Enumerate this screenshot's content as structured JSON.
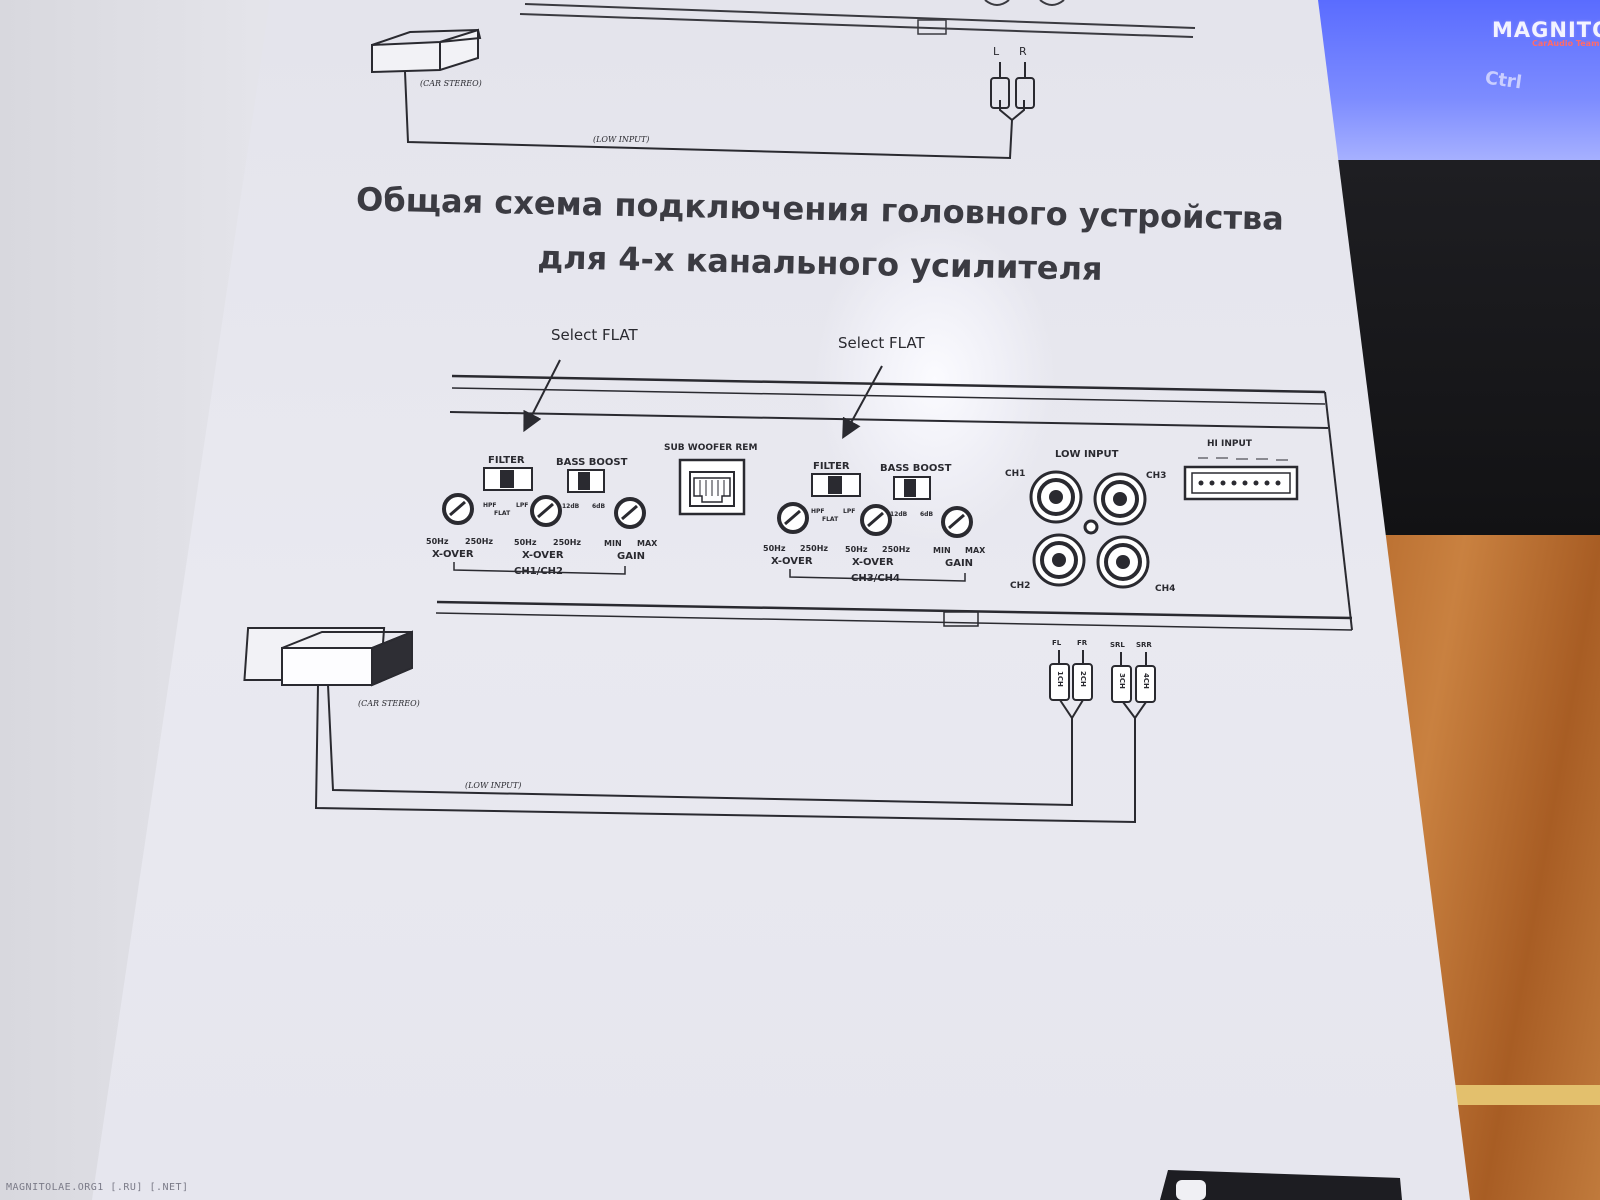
{
  "watermark": {
    "logo": "MAGNITOLA",
    "logo_sub": "CarAudio Team",
    "url": "MAGNITOLAE.ORG1 [.RU] [.NET]"
  },
  "monitor_button": "Ctrl",
  "top_diagram": {
    "car_stereo": "(CAR STEREO)",
    "low_input": "(LOW INPUT)",
    "left": "L",
    "right": "R"
  },
  "heading": {
    "line1": "Общая схема подключения головного устройства",
    "line2": "для 4-х канального усилителя"
  },
  "annotations": [
    "Select FLAT",
    "Select FLAT"
  ],
  "amplifier": {
    "group1": {
      "filter": "FILTER",
      "bass_boost": "BASS BOOST",
      "hpf": "HPF",
      "lpf": "LPF",
      "flat": "FLAT",
      "db12": "12dB",
      "db6": "6dB",
      "xover1_min": "50Hz",
      "xover1_max": "250Hz",
      "xover1_label": "X-OVER",
      "xover2_min": "50Hz",
      "xover2_max": "250Hz",
      "xover2_label": "X-OVER",
      "gain_min": "MIN",
      "gain_max": "MAX",
      "gain_label": "GAIN",
      "channels": "CH1/CH2"
    },
    "sub_woofer_rem": "SUB WOOFER REM",
    "group2": {
      "filter": "FILTER",
      "bass_boost": "BASS BOOST",
      "hpf": "HPF",
      "lpf": "LPF",
      "flat": "FLAT",
      "db12": "12dB",
      "db6": "6dB",
      "xover1_min": "50Hz",
      "xover1_max": "250Hz",
      "xover1_label": "X-OVER",
      "xover2_min": "50Hz",
      "xover2_max": "250Hz",
      "xover2_label": "X-OVER",
      "gain_min": "MIN",
      "gain_max": "MAX",
      "gain_label": "GAIN",
      "channels": "CH3/CH4"
    },
    "low_input": "LOW INPUT",
    "ch1": "CH1",
    "ch2": "CH2",
    "ch3": "CH3",
    "ch4": "CH4",
    "hi_input": "HI INPUT"
  },
  "bottom_diagram": {
    "car_stereo": "(CAR STEREO)",
    "low_input": "(LOW INPUT)",
    "plug_labels": [
      "FL",
      "FR",
      "SRL",
      "SRR"
    ],
    "plug_channels": [
      "1CH",
      "2CH",
      "3CH",
      "4CH"
    ]
  }
}
